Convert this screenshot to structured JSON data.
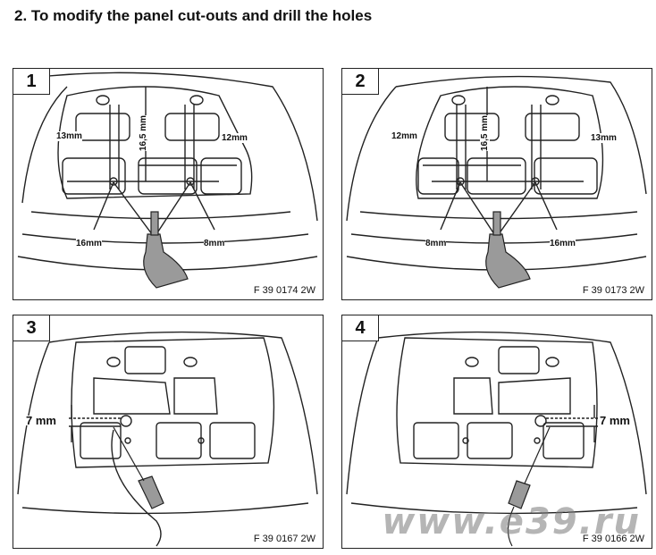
{
  "heading": "2.   To modify the panel cut-outs and drill the holes",
  "panels": [
    {
      "number": "1",
      "code": "F 39 0174 2W",
      "dims": [
        "13mm",
        "16,5 mm",
        "12mm",
        "16mm",
        "8mm"
      ]
    },
    {
      "number": "2",
      "code": "F 39 0173 2W",
      "dims": [
        "12mm",
        "16,5 mm",
        "13mm",
        "8mm",
        "16mm"
      ]
    },
    {
      "number": "3",
      "code": "F 39 0167 2W",
      "dims": [
        "7 mm"
      ]
    },
    {
      "number": "4",
      "code": "F 39 0166 2W",
      "dims": [
        "7 mm"
      ]
    }
  ],
  "watermark": "www.e39.ru",
  "colors": {
    "line": "#222222",
    "tool": "#9a9a9a",
    "watermark": "#8c8c8c"
  }
}
